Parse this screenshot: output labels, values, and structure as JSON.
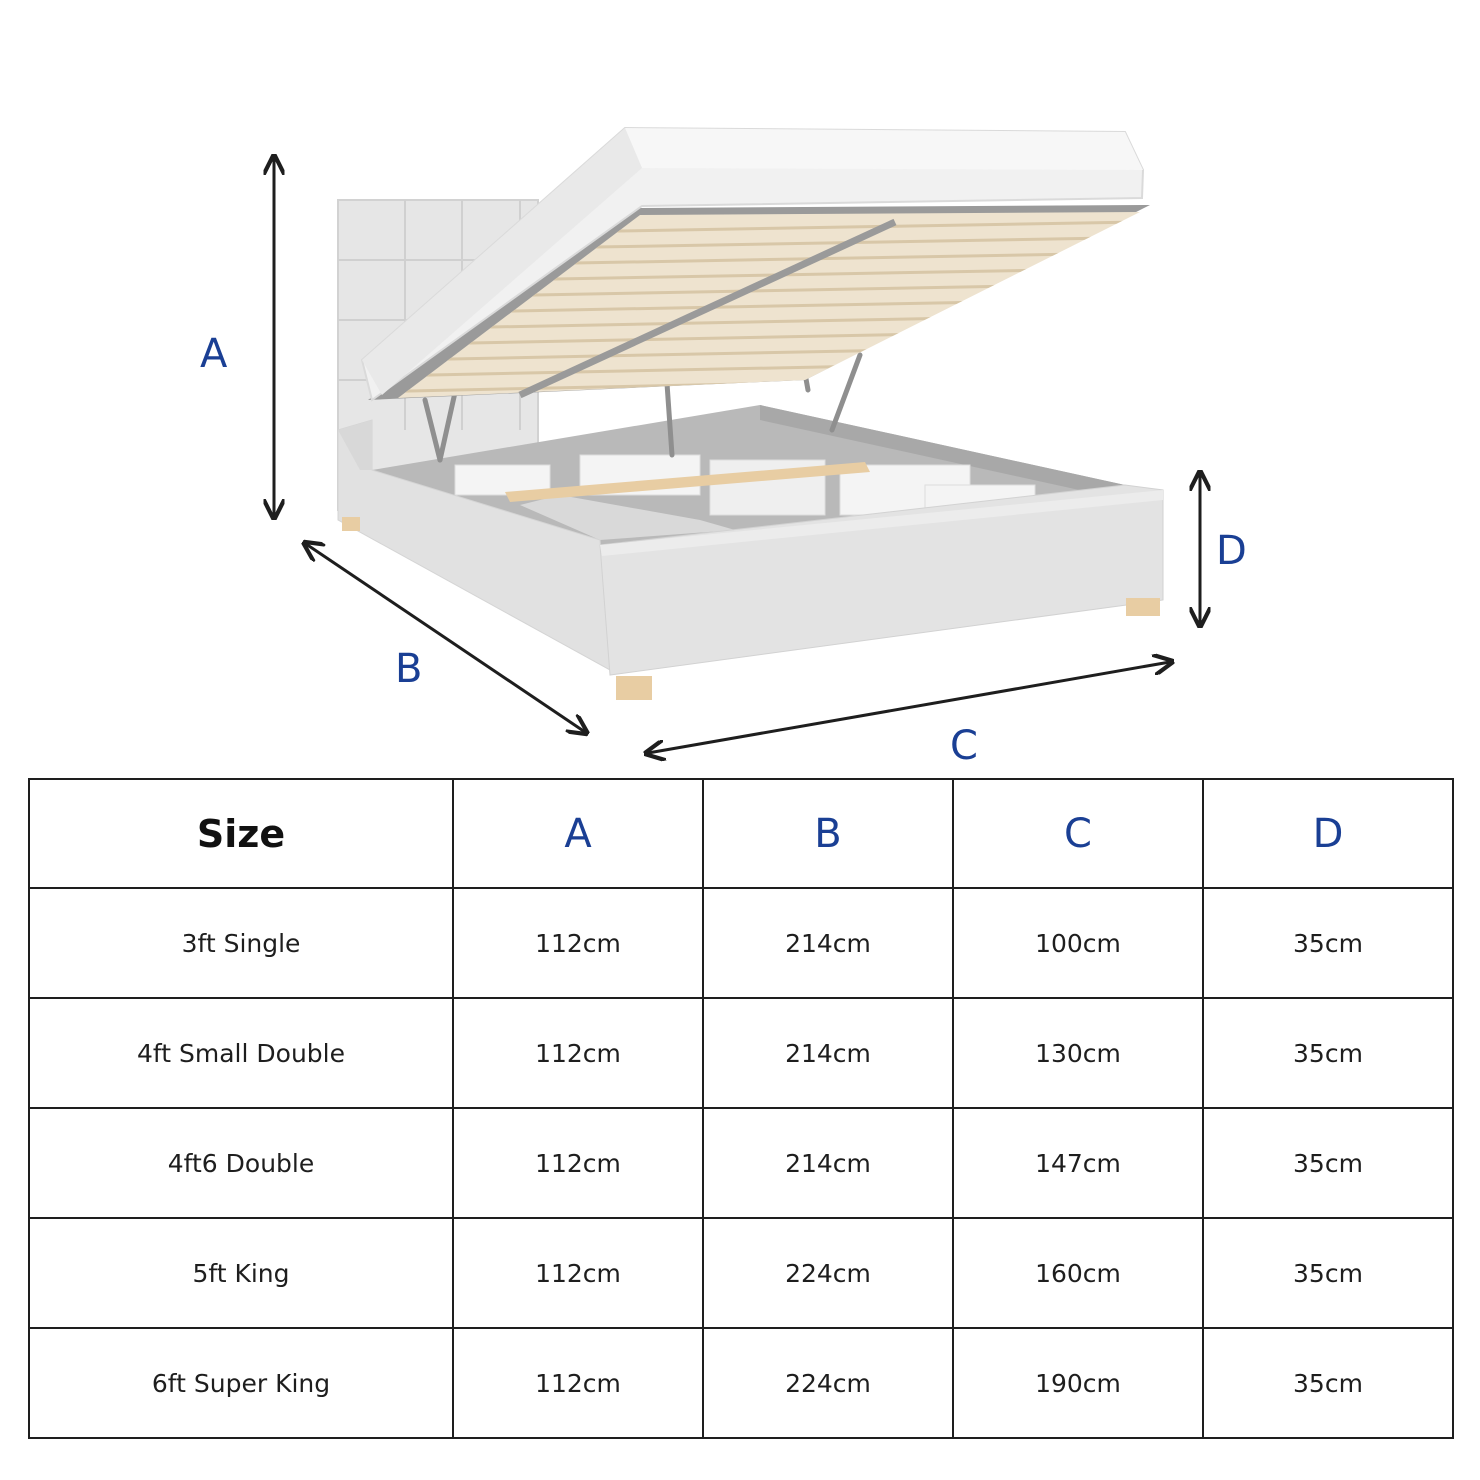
{
  "diagram": {
    "labels": {
      "a": "A",
      "b": "B",
      "c": "C",
      "d": "D"
    },
    "colors": {
      "label": "#1a3f94",
      "arrow": "#1e1e1e",
      "frame": "#e4e4e4",
      "slats": "#e8dcc6",
      "legs": "#e8cda3"
    }
  },
  "table": {
    "headers": [
      "Size",
      "A",
      "B",
      "C",
      "D"
    ],
    "rows": [
      [
        "3ft Single",
        "112cm",
        "214cm",
        "100cm",
        "35cm"
      ],
      [
        "4ft Small Double",
        "112cm",
        "214cm",
        "130cm",
        "35cm"
      ],
      [
        "4ft6 Double",
        "112cm",
        "214cm",
        "147cm",
        "35cm"
      ],
      [
        "5ft King",
        "112cm",
        "224cm",
        "160cm",
        "35cm"
      ],
      [
        "6ft Super King",
        "112cm",
        "224cm",
        "190cm",
        "35cm"
      ]
    ]
  }
}
